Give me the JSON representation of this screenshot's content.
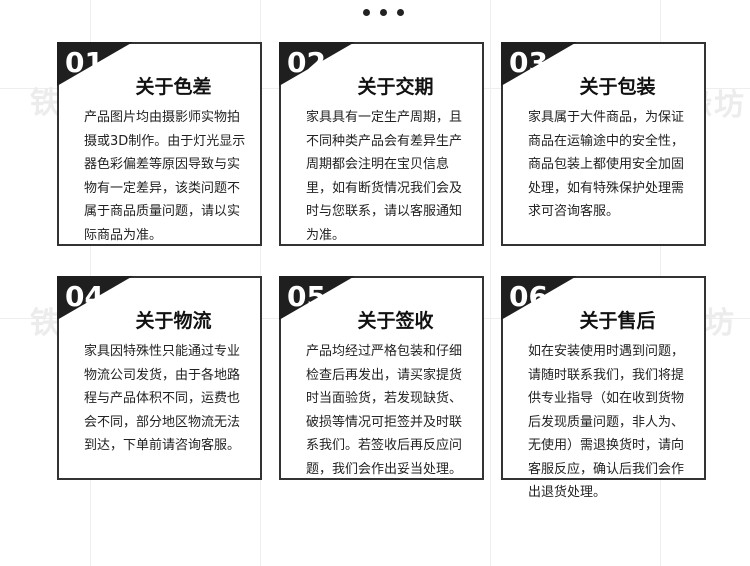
{
  "cards": [
    {
      "num": "01",
      "title": "关于色差",
      "body": "产品图片均由摄影师实物拍摄或3D制作。由于灯光显示器色彩偏差等原因导致与实物有一定差异，该类问题不属于商品质量问题，请以实际商品为准。"
    },
    {
      "num": "02",
      "title": "关于交期",
      "body": "家具具有一定生产周期，且不同种类产品会有差异生产周期都会注明在宝贝信息里，如有断货情况我们会及时与您联系，请以客服通知为准。"
    },
    {
      "num": "03",
      "title": "关于包装",
      "body": "家具属于大件商品，为保证商品在运输途中的安全性，商品包装上都使用安全加固处理，如有特殊保护处理需求可咨询客服。"
    },
    {
      "num": "04",
      "title": "关于物流",
      "body": "家具因特殊性只能通过专业物流公司发货，由于各地路程与产品体积不同，运费也会不同，部分地区物流无法到达，下单前请咨询客服。"
    },
    {
      "num": "05",
      "title": "关于签收",
      "body": "产品均经过严格包装和仔细检查后再发出，请买家提货时当面验货，若发现缺货、破损等情况可拒签并及时联系我们。若签收后再反应问题，我们会作出妥当处理。"
    },
    {
      "num": "06",
      "title": "关于售后",
      "body": "如在安装使用时遇到问题，请随时联系我们，我们将提供专业指导（如在收到货物后发现质量问题，非人为、无使用）需退换货时，请向客服反应，确认后我们会作出退货处理。"
    }
  ],
  "watermark": "铁缘坊",
  "colors": {
    "accent": "#1f1f1f",
    "border": "#333333",
    "watermark": "#ececec"
  }
}
